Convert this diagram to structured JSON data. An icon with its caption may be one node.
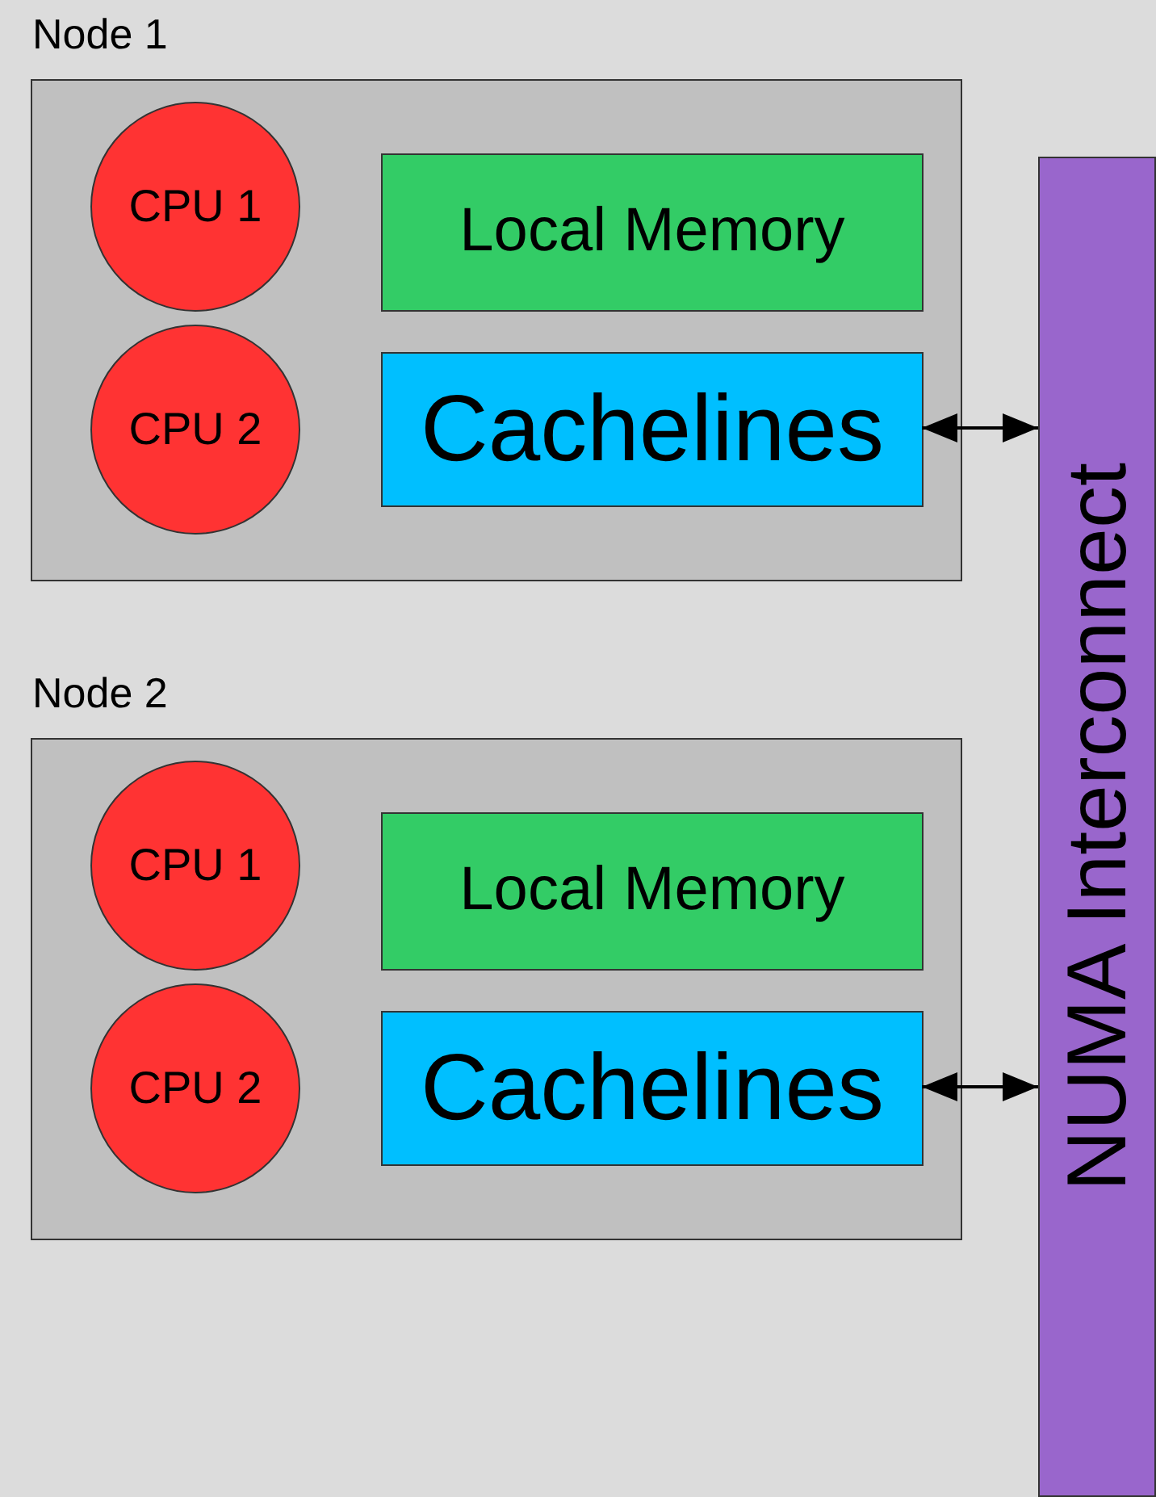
{
  "diagram": {
    "nodes": [
      {
        "text": [
          "Node 1"
        ]
      },
      {
        "text": [
          "CPU 1"
        ],
        "in": 0
      },
      {
        "text": [
          "Local Memory"
        ],
        "in": 0
      },
      {
        "text": [
          "CPU 2"
        ],
        "in": 0
      },
      {
        "text": [
          "Cachelines"
        ],
        "in": 0
      },
      {
        "text": [
          "Node 2"
        ]
      },
      {
        "text": [
          "CPU 1"
        ],
        "in": 5
      },
      {
        "text": [
          "Local Memory"
        ],
        "in": 5
      },
      {
        "text": [
          "CPU 2"
        ],
        "in": 5
      },
      {
        "text": [
          "Cachelines"
        ],
        "in": 5
      },
      {
        "text": [
          "NUMA Interconnect"
        ]
      }
    ],
    "edges": [
      {
        "from": 4,
        "to": 10,
        "arrow": "both"
      },
      {
        "from": 9,
        "to": 10,
        "arrow": "both"
      }
    ]
  }
}
